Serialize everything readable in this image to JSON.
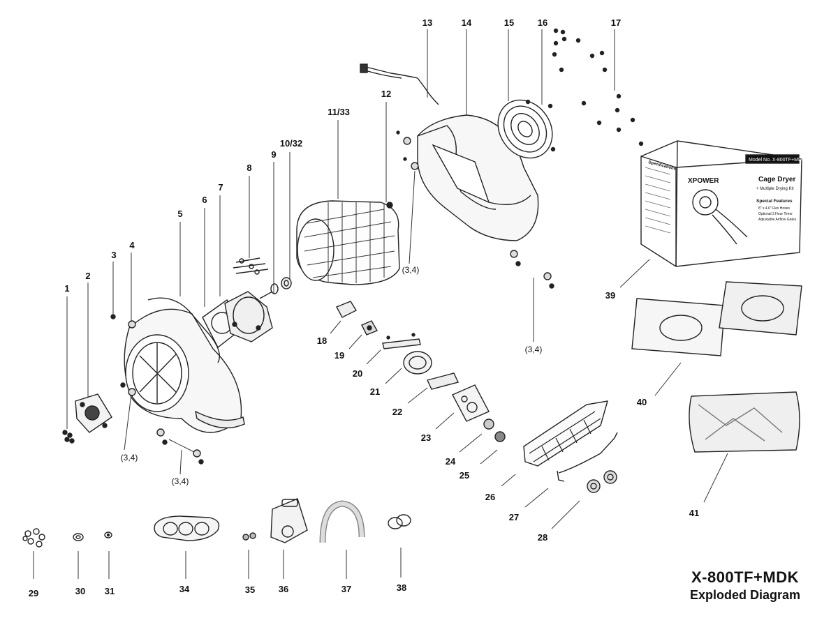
{
  "diagram": {
    "model": "X-800TF+MDK",
    "subtitle": "Exploded Diagram",
    "callouts": [
      "1",
      "2",
      "3",
      "4",
      "5",
      "6",
      "7",
      "8",
      "9",
      "10/32",
      "11/33",
      "12",
      "13",
      "14",
      "15",
      "16",
      "17",
      "18",
      "19",
      "20",
      "21",
      "22",
      "23",
      "24",
      "25",
      "26",
      "27",
      "28",
      "29",
      "30",
      "31",
      "34",
      "35",
      "36",
      "37",
      "38",
      "39",
      "40",
      "41"
    ],
    "repeat_callout": "(3,4)",
    "box": {
      "brand": "XPOWER",
      "model_label": "Model No. X-800TF+MDK",
      "product": "Cage Dryer",
      "product_sub": "+ Multiple Drying Kit",
      "features_title": "Special Features",
      "features": [
        "8\" x 4.6\" Flex Hoses",
        "Optional 3 Hour Timer",
        "Adjustable Airflow Gates"
      ],
      "spec_title": "Specifications"
    }
  }
}
